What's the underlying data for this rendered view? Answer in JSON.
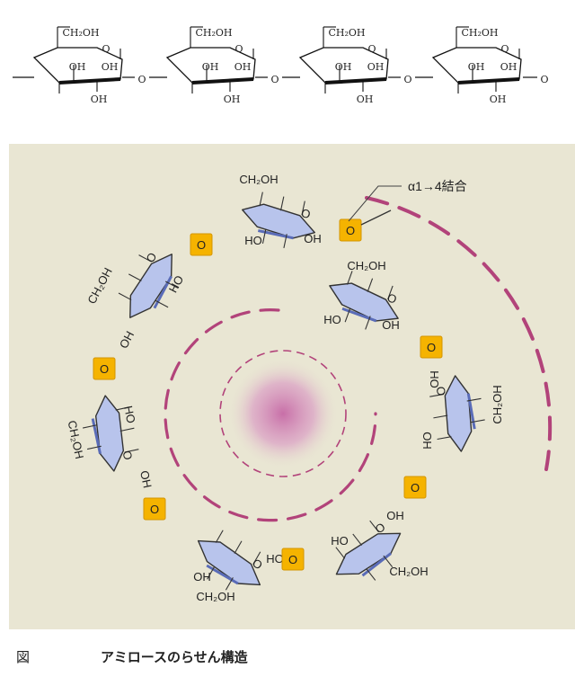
{
  "top_formula": {
    "units": 4,
    "ch2oh": "CH₂OH",
    "oh": "OH",
    "o": "O"
  },
  "helix": {
    "annotation": "α1→4結合",
    "bridge_o": "O",
    "ring_o": "O",
    "ch2oh": "CH₂OH",
    "oh": "OH",
    "ho": "HO",
    "colors": {
      "ring": "#b8c4ec",
      "bridge": "#f5b300",
      "arc": "#b2437a",
      "core": "#c25aa0",
      "background": "#e9e6d3"
    }
  },
  "caption": {
    "figure": "図",
    "title": "アミロースのらせん構造"
  }
}
